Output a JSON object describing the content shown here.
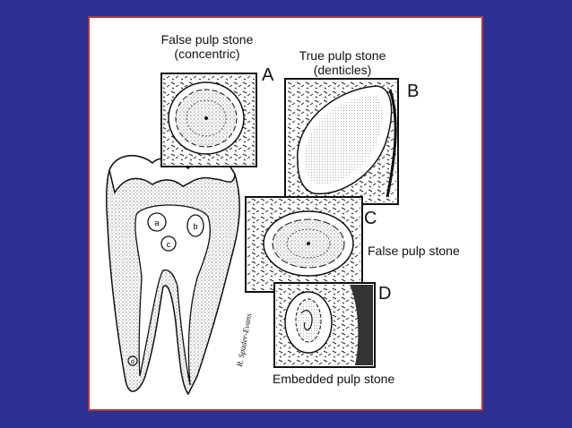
{
  "labels": {
    "false_concentric_line1": "False pulp stone",
    "false_concentric_line2": "(concentric)",
    "true_line1": "True pulp stone",
    "true_line2": "(denticles)",
    "false_c": "False pulp stone",
    "embedded": "Embedded pulp stone",
    "letter_a": "A",
    "letter_b": "B",
    "letter_c": "C",
    "letter_d": "D",
    "tooth_a": "a",
    "tooth_b": "b",
    "tooth_c": "c",
    "tooth_d": "d",
    "signature": "R. Spader-Evans"
  },
  "colors": {
    "background": "#2e3192",
    "frame_border": "#b23a3a",
    "panel": "#ffffff",
    "ink": "#111111"
  }
}
